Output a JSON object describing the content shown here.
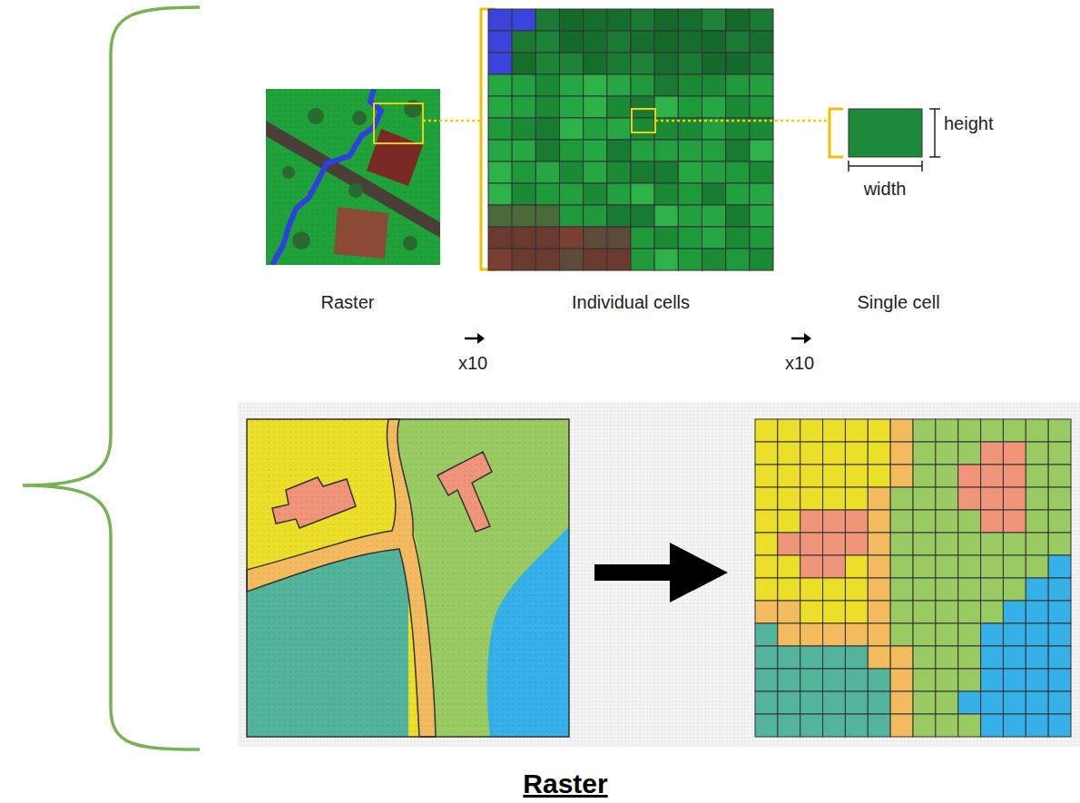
{
  "diagram": {
    "title": "Raster",
    "labels": [
      "Raster",
      "Individual cells",
      "Single cell",
      "x10",
      "x10",
      "height",
      "width"
    ]
  }
}
